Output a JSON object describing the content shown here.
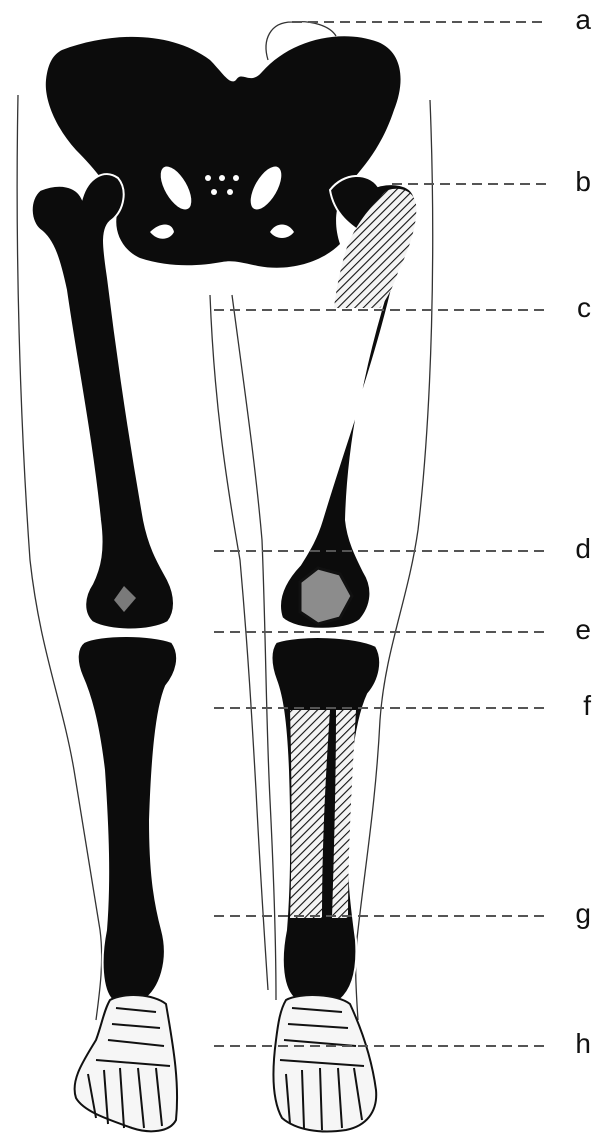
{
  "diagram": {
    "subject": "lower-limb-skeleton",
    "labels": [
      "a",
      "b",
      "c",
      "d",
      "e",
      "f",
      "g",
      "h"
    ],
    "colors": {
      "bone": "#0c0c0c",
      "highlight": "#8c8c8c",
      "outline": "#333333",
      "leader": "#555555",
      "background": "#ffffff"
    }
  }
}
